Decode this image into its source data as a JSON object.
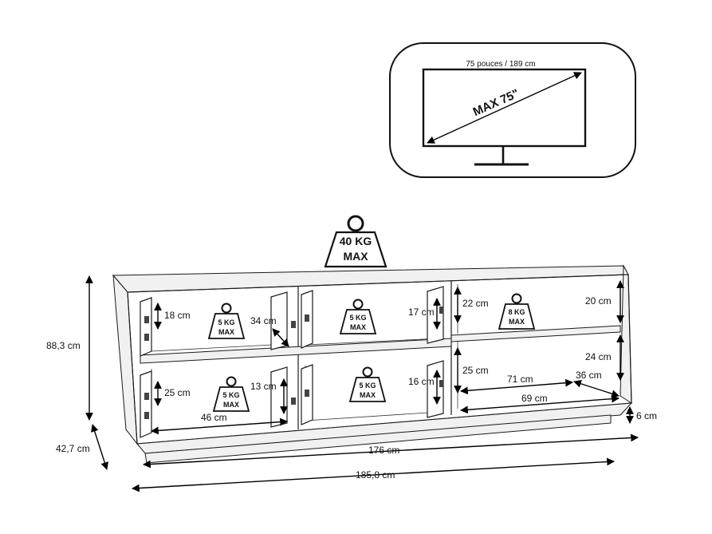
{
  "tv": {
    "diagonal_label": "75 pouces / 189 cm",
    "max_label": "MAX 75\""
  },
  "weights": {
    "top": [
      "40 KG",
      "MAX"
    ],
    "compartment_top_left": [
      "5 KG",
      "MAX"
    ],
    "compartment_top_middle": [
      "5 KG",
      "MAX"
    ],
    "compartment_top_right": [
      "8 KG",
      "MAX"
    ],
    "compartment_bottom_left": [
      "5 KG",
      "MAX"
    ],
    "compartment_bottom_middle": [
      "5 KG",
      "MAX"
    ]
  },
  "dimensions": {
    "total_height": "88,3 cm",
    "depth": "42,7 cm",
    "inner_width": "176 cm",
    "total_width": "185,8 cm",
    "plinth_height": "6 cm",
    "top_left_height": "18 cm",
    "top_left_depth": "34 cm",
    "top_middle_height": "17 cm",
    "top_right_inner_height": "22 cm",
    "top_right_outer_height": "20 cm",
    "bottom_left_height": "25 cm",
    "bottom_left_depth": "13 cm",
    "bottom_left_width": "46 cm",
    "bottom_middle_height": "16 cm",
    "bottom_right_inner_height": "25 cm",
    "bottom_right_outer_height": "24 cm",
    "bottom_right_width_inner": "71 cm",
    "bottom_right_depth": "36 cm",
    "bottom_right_width": "69 cm"
  }
}
